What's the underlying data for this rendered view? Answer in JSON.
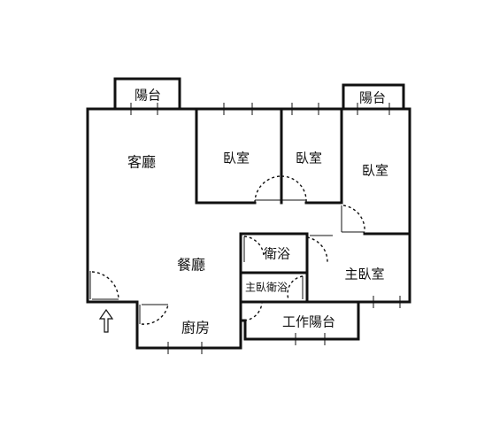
{
  "rooms": {
    "balcony_left": "陽台",
    "balcony_right": "陽台",
    "living_room": "客廳",
    "bedroom_1": "臥室",
    "bedroom_2": "臥室",
    "bedroom_3": "臥室",
    "dining_room": "餐廳",
    "bathroom": "衛浴",
    "master_bedroom": "主臥室",
    "master_bathroom": "主臥衛浴",
    "kitchen": "廚房",
    "service_balcony": "工作陽台"
  },
  "icons": {
    "entrance": "entrance-arrow-icon"
  }
}
